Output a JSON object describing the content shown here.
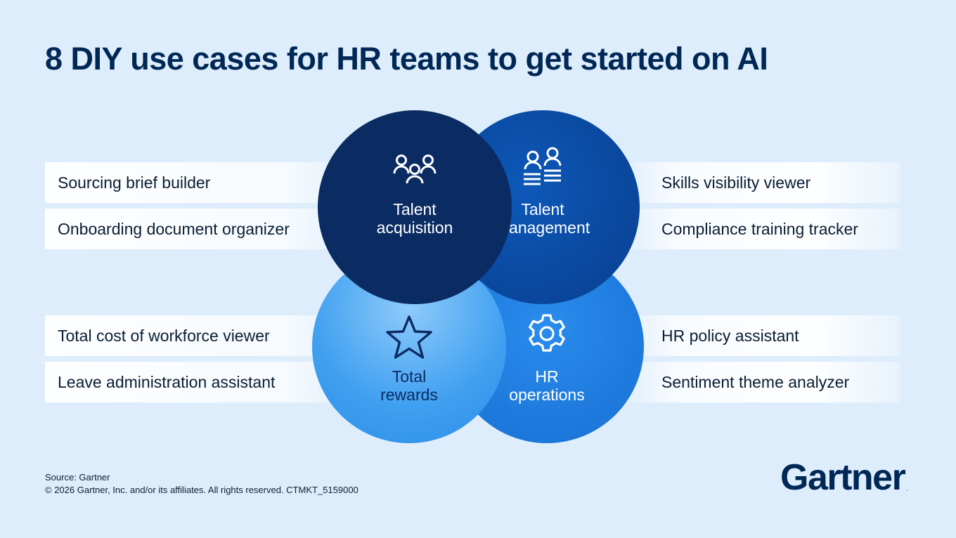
{
  "title": "8 DIY use cases for HR teams to get started on AI",
  "left_items": [
    "Sourcing brief builder",
    "Onboarding document organizer",
    "Total cost of workforce viewer",
    "Leave administration assistant"
  ],
  "right_items": [
    "Skills visibility viewer",
    "Compliance training tracker",
    "HR policy assistant",
    "Sentiment theme analyzer"
  ],
  "circles": {
    "talent_acquisition": {
      "line1": "Talent",
      "line2": "acquisition",
      "icon": "people-group-icon",
      "color": "#0b2c62"
    },
    "talent_management": {
      "line1": "Talent",
      "line2": "management",
      "icon": "profiles-icon",
      "color": "#0a4aa0"
    },
    "total_rewards": {
      "line1": "Total",
      "line2": "rewards",
      "icon": "star-icon",
      "color": "#5db3f5"
    },
    "hr_operations": {
      "line1": "HR",
      "line2": "operations",
      "icon": "gear-icon",
      "color": "#1e7fe0"
    }
  },
  "footer": {
    "source": "Source: Gartner",
    "copyright": "© 2026 Gartner, Inc. and/or its affiliates. All rights reserved. CTMKT_5159000"
  },
  "logo": {
    "text": "Gartner",
    "mark": "."
  }
}
